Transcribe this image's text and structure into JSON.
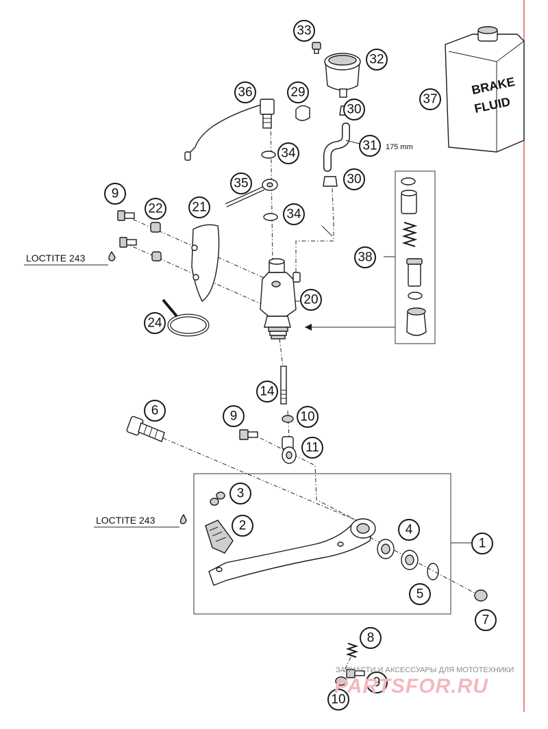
{
  "callouts": {
    "c1": "1",
    "c2": "2",
    "c3": "3",
    "c4": "4",
    "c5": "5",
    "c6": "6",
    "c7": "7",
    "c8": "8",
    "c9a": "9",
    "c9b": "9",
    "c9c": "9",
    "c10a": "10",
    "c10b": "10",
    "c11": "11",
    "c14": "14",
    "c20": "20",
    "c21": "21",
    "c22": "22",
    "c24": "24",
    "c29": "29",
    "c30a": "30",
    "c30b": "30",
    "c31": "31",
    "c32": "32",
    "c33": "33",
    "c34a": "34",
    "c34b": "34",
    "c35": "35",
    "c36": "36",
    "c37": "37",
    "c38": "38"
  },
  "labels": {
    "loctite_top": "LOCTITE 243",
    "loctite_bottom": "LOCTITE 243",
    "hose_length": "175 mm",
    "fluid_line1": "BRAKE",
    "fluid_line2": "FLUID"
  },
  "watermark": {
    "line1": "ЗАПЧАСТИ И АКСЕССУАРЫ ДЛЯ МОТОТЕХНИКИ",
    "logo": "PARTSFOR.RU"
  },
  "colors": {
    "margin_line": "#e0303a",
    "line": "#1a1a1a",
    "watermark_logo": "#f2b8c0"
  }
}
